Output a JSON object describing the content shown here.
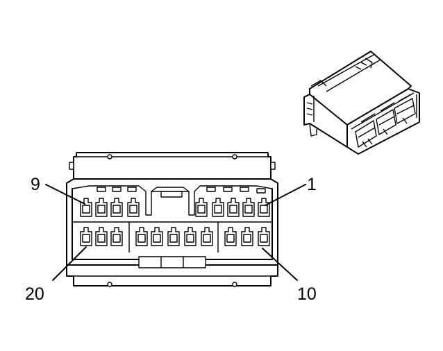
{
  "callouts": {
    "pin_9": "9",
    "pin_1": "1",
    "pin_20": "20",
    "pin_10": "10"
  },
  "cavities": {
    "top_row_count": 9,
    "bottom_row_count": 11
  },
  "colors": {
    "line": "#000000",
    "background": "#ffffff"
  }
}
